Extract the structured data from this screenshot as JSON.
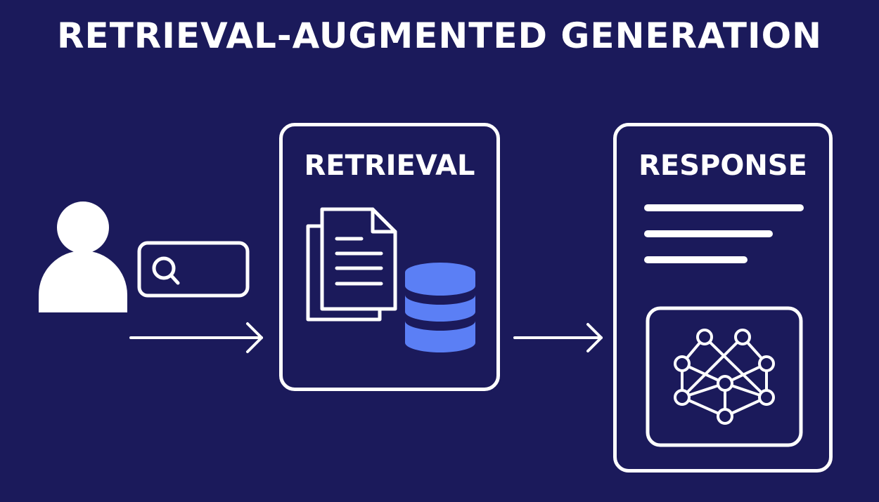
{
  "title": "RETRIEVAL-AUGMENTED GENERATION",
  "stages": {
    "user": {
      "icon": "user-icon",
      "search_icon": "search-icon"
    },
    "retrieval": {
      "label": "RETRIEVAL",
      "icons": [
        "documents-icon",
        "database-icon"
      ]
    },
    "response": {
      "label": "RESPONSE",
      "icons": [
        "text-lines-icon",
        "neural-network-icon"
      ]
    }
  },
  "colors": {
    "background": "#1b1a5b",
    "foreground": "#ffffff",
    "accent": "#5b7ff5"
  }
}
